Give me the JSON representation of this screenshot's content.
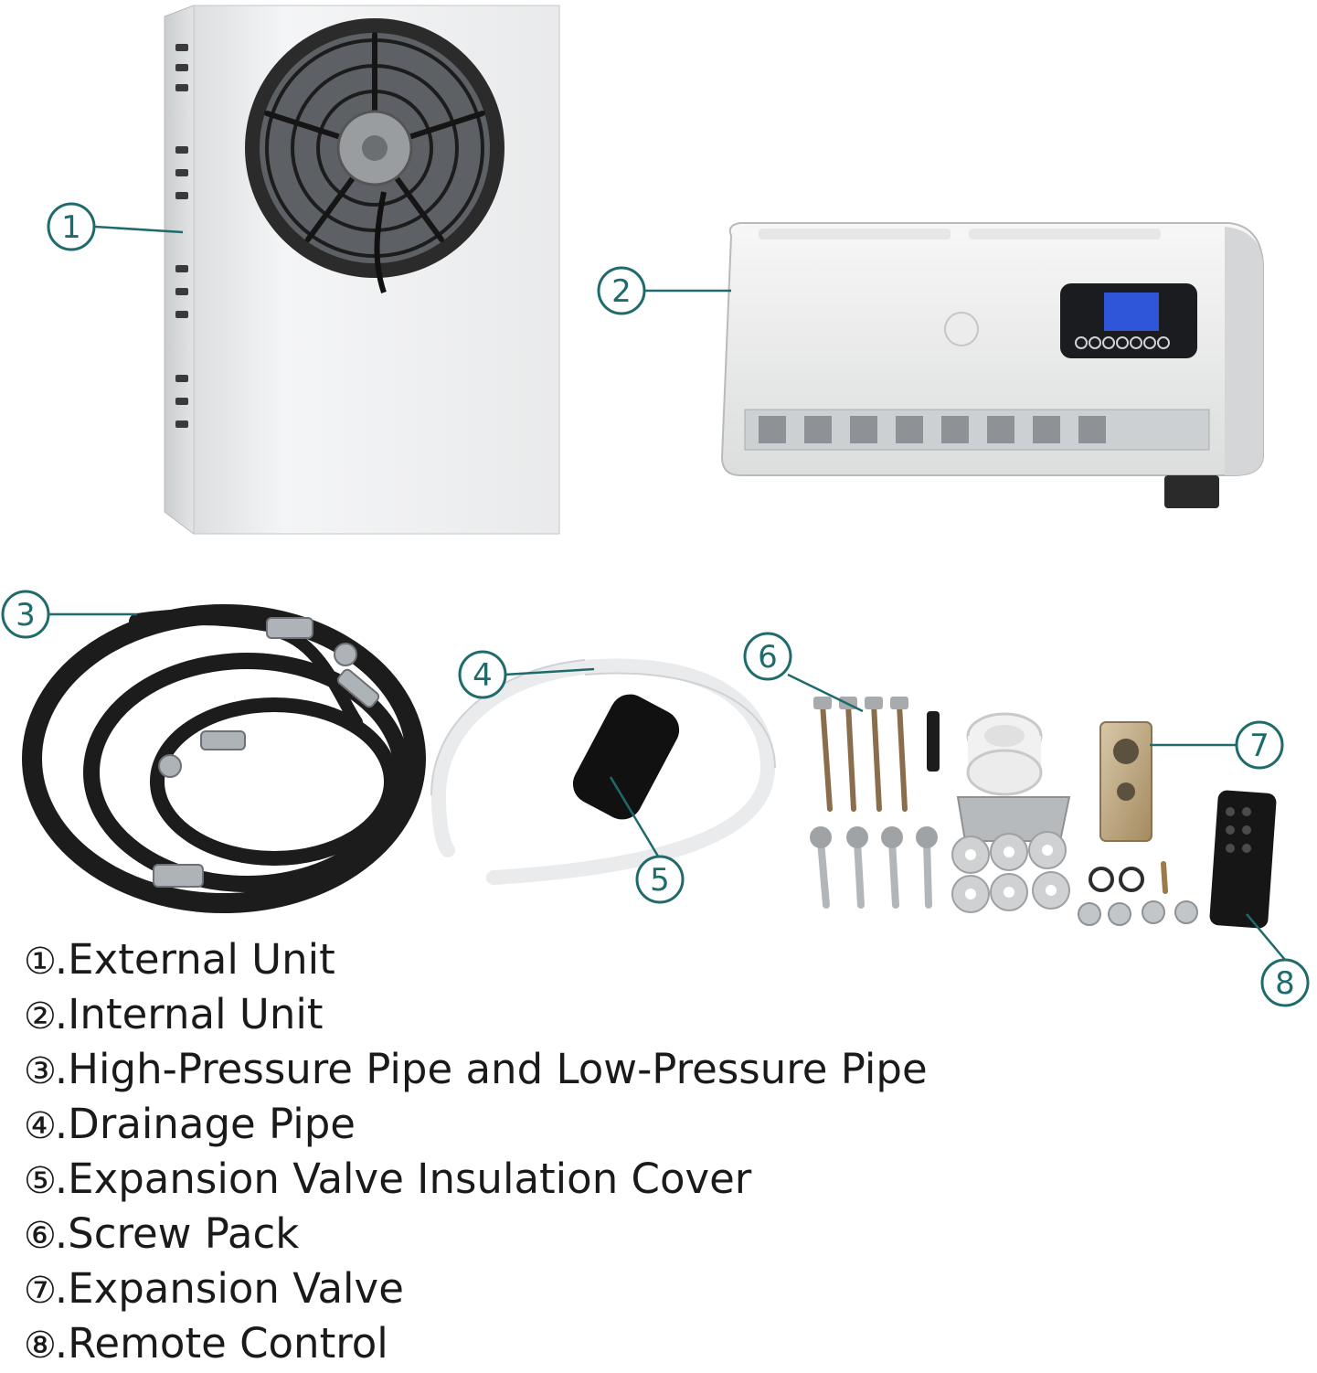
{
  "callouts": [
    {
      "id": "1",
      "glyph": "①"
    },
    {
      "id": "2",
      "glyph": "②"
    },
    {
      "id": "3",
      "glyph": "③"
    },
    {
      "id": "4",
      "glyph": "④"
    },
    {
      "id": "5",
      "glyph": "⑤"
    },
    {
      "id": "6",
      "glyph": "⑥"
    },
    {
      "id": "7",
      "glyph": "⑦"
    },
    {
      "id": "8",
      "glyph": "⑧"
    }
  ],
  "legend": [
    {
      "num": "①",
      "label": ".External Unit"
    },
    {
      "num": "②",
      "label": ".Internal Unit"
    },
    {
      "num": "③",
      "label": ".High-Pressure Pipe and Low-Pressure Pipe"
    },
    {
      "num": "④",
      "label": ".Drainage Pipe"
    },
    {
      "num": "⑤",
      "label": ".Expansion Valve Insulation Cover"
    },
    {
      "num": "⑥",
      "label": ".Screw Pack"
    },
    {
      "num": "⑦",
      "label": ".Expansion Valve"
    },
    {
      "num": "⑧",
      "label": ".Remote Control"
    }
  ],
  "colors": {
    "callout": "#1f6b6b",
    "unit_body": "#f2f3f4",
    "hose": "#1c1c1c",
    "text": "#1a1a1a"
  }
}
